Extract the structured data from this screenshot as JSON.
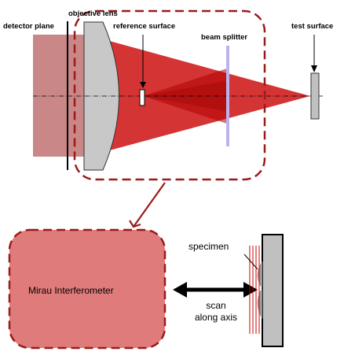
{
  "labels": {
    "detector_plane": "detector plane",
    "objective_lens": "objective lens",
    "reference_surface": "reference surface",
    "beam_splitter": "beam splitter",
    "test_surface": "test surface",
    "mirau_interferometer": "Mirau Interferometer",
    "specimen": "specimen",
    "scan_line1": "scan",
    "scan_line2": "along axis"
  },
  "colors": {
    "beam": "#cc0000",
    "detector_block": "#c98787",
    "box_fill": "#e07b7b",
    "box_border": "#9b1b1b",
    "lens": "#c8c8c8",
    "splitter": "#b9b4f0",
    "surface": "#c0c0c0"
  }
}
